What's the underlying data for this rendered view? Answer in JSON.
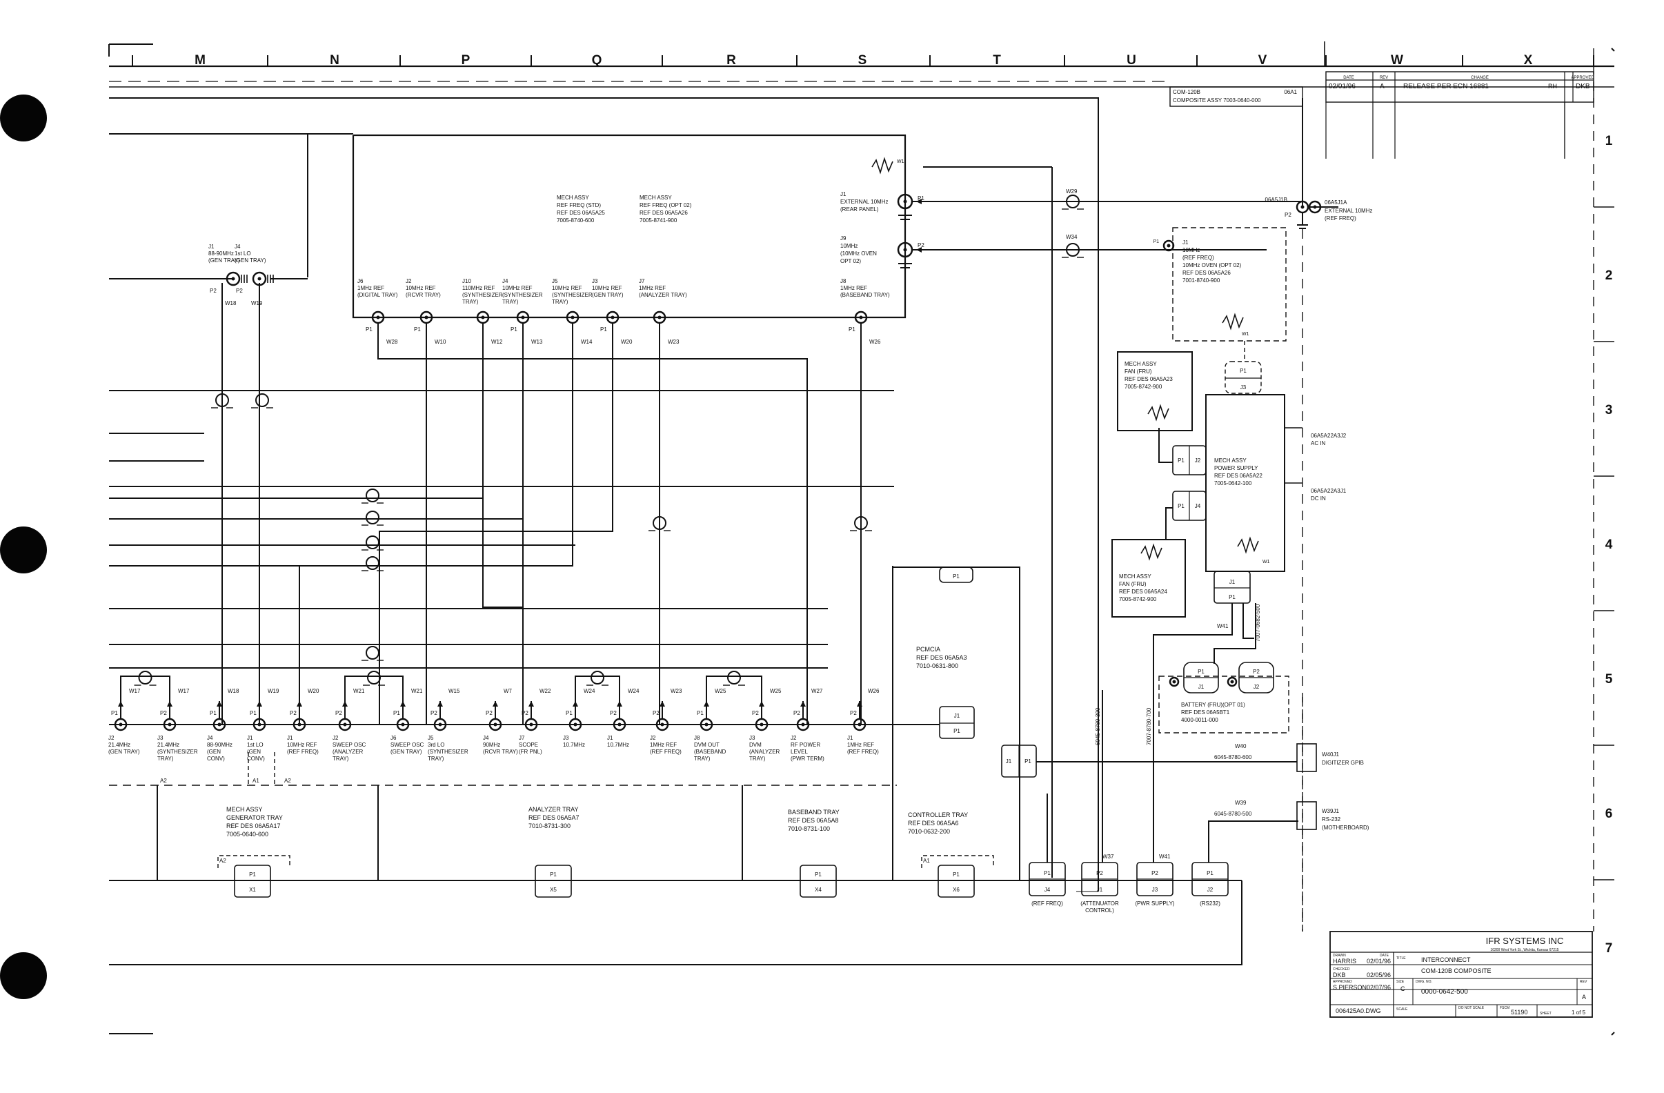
{
  "border": {
    "columns": [
      "M",
      "N",
      "P",
      "Q",
      "R",
      "S",
      "T",
      "U",
      "V",
      "W",
      "X"
    ],
    "rows": [
      "1",
      "2",
      "3",
      "4",
      "5",
      "6",
      "7"
    ]
  },
  "revision": {
    "header": {
      "date": "DATE",
      "rev": "REV",
      "change": "CHANGE",
      "approved": "APPROVED"
    },
    "row": {
      "date": "02/01/96",
      "rev": "A",
      "desc": "RELEASE PER ECN 16881",
      "by": "RH",
      "appr": "DKB"
    }
  },
  "composite_box": {
    "line1": "COM-120B",
    "line1b": "06A1",
    "line2": "COMPOSITE ASSY 7003-0640-000"
  },
  "mech_std": [
    "MECH ASSY",
    "REF FREQ (STD)",
    "REF DES 06A5A25",
    "7005-8740-600"
  ],
  "mech_opt": [
    "MECH ASSY",
    "REF FREQ (OPT 02)",
    "REF DES 06A5A26",
    "7005-8741-900"
  ],
  "ext_ref": {
    "j1": [
      "J1",
      "EXTERNAL 10MHz",
      "(REAR PANEL)"
    ],
    "j9": [
      "J9",
      "10MHz",
      "(10MHz OVEN",
      "OPT 02)"
    ],
    "w1": "W1",
    "p1": "P1",
    "p2": "P2"
  },
  "refbus": [
    {
      "label": [
        "J6",
        "1MHz REF",
        "(DIGITAL TRAY)"
      ],
      "p": "P1",
      "w": "W28"
    },
    {
      "label": [
        "J2",
        "10MHz REF",
        "(RCVR TRAY)"
      ],
      "p": "P1",
      "w": "W10"
    },
    {
      "label": [
        "J10",
        "110MHz REF",
        "(SYNTHESIZER",
        "TRAY)"
      ],
      "p": "",
      "w": "W12"
    },
    {
      "label": [
        "J4",
        "10MHz REF",
        "(SYNTHESIZER",
        "TRAY)"
      ],
      "p": "P1",
      "w": "W13"
    },
    {
      "label": [
        "J5",
        "10MHz REF",
        "(SYNTHESIZER",
        "TRAY)"
      ],
      "p": "",
      "w": "W14"
    },
    {
      "label": [
        "J3",
        "10MHz REF",
        "(GEN TRAY)"
      ],
      "p": "P1",
      "w": "W20"
    },
    {
      "label": [
        "J7",
        "1MHz REF",
        "(ANALYZER TRAY)"
      ],
      "p": "",
      "w": "W23"
    },
    {
      "label": [
        "J8",
        "1MHz REF",
        "(BASEBAND TRAY)"
      ],
      "p": "P1",
      "w": "W26"
    }
  ],
  "gen_top": [
    {
      "label": [
        "J1",
        "88-90MHz",
        "(GEN TRAY)"
      ],
      "p": "P2",
      "w": "W18"
    },
    {
      "label": [
        "J4",
        "1st LO",
        "(GEN TRAY)"
      ],
      "p": "P2",
      "w": "W19"
    }
  ],
  "bottom_conn": [
    {
      "label": [
        "J2",
        "21.4MHz",
        "(GEN TRAY)"
      ],
      "p": "P1"
    },
    {
      "label": [
        "J3",
        "21.4MHz",
        "(SYNTHESIZER",
        "TRAY)"
      ],
      "p": "P2"
    },
    {
      "label": [
        "J4",
        "88-90MHz",
        "(GEN",
        "CONV)"
      ],
      "p": "P1"
    },
    {
      "label": [
        "J1",
        "1st LO",
        "(GEN",
        "CONV)"
      ],
      "p": "P1"
    },
    {
      "label": [
        "J1",
        "10MHz REF",
        "(REF FREQ)"
      ],
      "p": "P2"
    },
    {
      "label": [
        "J2",
        "SWEEP OSC",
        "(ANALYZER",
        "TRAY)"
      ],
      "p": "P2"
    },
    {
      "label": [
        "J6",
        "SWEEP OSC",
        "(GEN TRAY)"
      ],
      "p": "P1"
    },
    {
      "label": [
        "J5",
        "3rd LO",
        "(SYNTHESIZER",
        "TRAY)"
      ],
      "p": "P2"
    },
    {
      "label": [
        "J4",
        "90MHz",
        "(RCVR TRAY)"
      ],
      "p": "P2"
    },
    {
      "label": [
        "J7",
        "SCOPE",
        "(FR PNL)"
      ],
      "p": "P2"
    },
    {
      "label": [
        "J3",
        "10.7MHz"
      ],
      "p": "P1"
    },
    {
      "label": [
        "J1",
        "10.7MHz"
      ],
      "p": "P2"
    },
    {
      "label": [
        "J2",
        "1MHz REF",
        "(REF FREQ)"
      ],
      "p": "P2"
    },
    {
      "label": [
        "J8",
        "DVM OUT",
        "(BASEBAND",
        "TRAY)"
      ],
      "p": "P1"
    },
    {
      "label": [
        "J3",
        "DVM",
        "(ANALYZER",
        "TRAY)"
      ],
      "p": "P2"
    },
    {
      "label": [
        "J2",
        "RF POWER",
        "LEVEL",
        "(PWR TERM)"
      ],
      "p": "P2"
    },
    {
      "label": [
        "J1",
        "1MHz REF",
        "(REF FREQ)"
      ],
      "p": "P2"
    }
  ],
  "bottom_wires": [
    "W17",
    "W17",
    "W18",
    "W19",
    "W20",
    "W21",
    "W21",
    "W15",
    "W7",
    "W22",
    "W24",
    "W24",
    "W23",
    "W25",
    "W25",
    "W27",
    "W26"
  ],
  "trays": {
    "generator": [
      "MECH ASSY",
      "GENERATOR TRAY",
      "REF DES 06A5A17",
      "7005-0640-600"
    ],
    "analyzer": [
      "ANALYZER TRAY",
      "REF DES 06A5A7",
      "7010-8731-300"
    ],
    "baseband": [
      "BASEBAND TRAY",
      "REF DES 06A5A8",
      "7010-8731-100"
    ],
    "controller": [
      "CONTROLLER TRAY",
      "REF DES 06A5A6",
      "7010-0632-200"
    ],
    "pcmcia": [
      "PCMCIA",
      "REF DES 06A5A3",
      "7010-0631-800"
    ]
  },
  "tray_tags": {
    "a2": "A2",
    "a1": "A1",
    "a1b": "A1",
    "a2b": "A2"
  },
  "slots": [
    {
      "p": "P1",
      "x": "X1",
      "tag": "A2"
    },
    {
      "p": "P1",
      "x": "X5",
      "tag": ""
    },
    {
      "p": "P1",
      "x": "X4",
      "tag": ""
    },
    {
      "p": "P1",
      "x": "X6",
      "tag": "A1"
    }
  ],
  "motherboard": [
    {
      "p": "P1",
      "j": "J4",
      "label": [
        "(REF FREQ)"
      ]
    },
    {
      "p": "P2",
      "j": "J1",
      "label": [
        "(ATTENUATOR",
        "CONTROL)"
      ]
    },
    {
      "p": "P2",
      "j": "J3",
      "label": [
        "(PWR SUPPLY)"
      ]
    },
    {
      "p": "P1",
      "j": "J2",
      "label": [
        "(RS232)"
      ]
    }
  ],
  "mb_wires": {
    "w37": "W37",
    "w41": "W41"
  },
  "cable_numbers": [
    "6045-8780-300",
    "7007-8780-700"
  ],
  "pcmcia_pins": {
    "p1": "P1",
    "j1": "J1",
    "p1b": "P1",
    "j1b": "J1",
    "p1c": "P1"
  },
  "right_ref": {
    "jack": "06A5J1B",
    "jack2": "06A5J1A",
    "jack2_lines": [
      "EXTERNAL 10MHz",
      "(REF FREQ)"
    ],
    "p2": "P2",
    "w29": "W29",
    "w34": "W34"
  },
  "oven": [
    "J1",
    "10MHz",
    "(REF FREQ)",
    "10MHz OVEN (OPT 02)",
    "REF DES 06A5A26",
    "7001-8740-900"
  ],
  "oven_p1": "P1",
  "oven_w1": "W1",
  "fan1": [
    "MECH ASSY",
    "FAN (FRU)",
    "REF DES 06A5A23",
    "7005-8742-900"
  ],
  "fan2": [
    "MECH ASSY",
    "FAN (FRU)",
    "REF DES 06A5A24",
    "7005-8742-900"
  ],
  "power_supply": [
    "MECH ASSY",
    "POWER SUPPLY",
    "REF DES 06A5A22",
    "7005-0642-100"
  ],
  "psu_pins": {
    "p1": "P1",
    "j3": "J3",
    "p1a": "P1",
    "j2": "J2",
    "p1b": "P1",
    "j4": "J4",
    "j1": "J1",
    "p1c": "P1",
    "w1": "W1"
  },
  "psu_cable": "7007-0682-500",
  "ac_in": [
    "06A5A22A3J2",
    "AC IN"
  ],
  "dc_in": [
    "06A5A22A3J1",
    "DC IN"
  ],
  "battery": [
    "BATTERY (FRU)(OPT 01)",
    "REF DES 06A5BT1",
    "4000-0011-000"
  ],
  "battery_pins": {
    "p1": "P1",
    "j1": "J1",
    "p2": "P2",
    "j2": "J2",
    "w41": "W41"
  },
  "gpib": {
    "w": "W40",
    "cable": "6045-8780-600",
    "j": "W40J1",
    "name": "DIGITIZER GPIB"
  },
  "rs232": {
    "w": "W39",
    "cable": "6045-8780-500",
    "j": "W39J1",
    "name": "RS-232",
    "sub": "(MOTHERBOARD)"
  },
  "title_block": {
    "company": "IFR SYSTEMS INC",
    "address": "10200 West York St., Wichita, Kansas 67215",
    "title_label": "TITLE",
    "title1": "INTERCONNECT",
    "title2": "COM-120B COMPOSITE",
    "drawn_label": "DRAWN",
    "drawn": "HARRIS",
    "drawn_date": "02/01/96",
    "checked_label": "CHECKED",
    "checked": "DKB",
    "checked_date": "02/05/96",
    "approved_label": "APPROVED",
    "approved": "S.PIERSON",
    "approved_date": "02/07/96",
    "size_label": "SIZE",
    "size": "C",
    "dwg_label": "DWG. NO.",
    "dwg": "0000-0642-500",
    "rev_label": "REV",
    "rev": "A",
    "file": "006425A0.DWG",
    "scale_label": "SCALE",
    "noscale": "DO NOT SCALE",
    "fscm_label": "FSCM",
    "fscm": "51190",
    "sheet_label": "SHEET",
    "sheet": "1 of 5",
    "date_label": "DATE"
  }
}
